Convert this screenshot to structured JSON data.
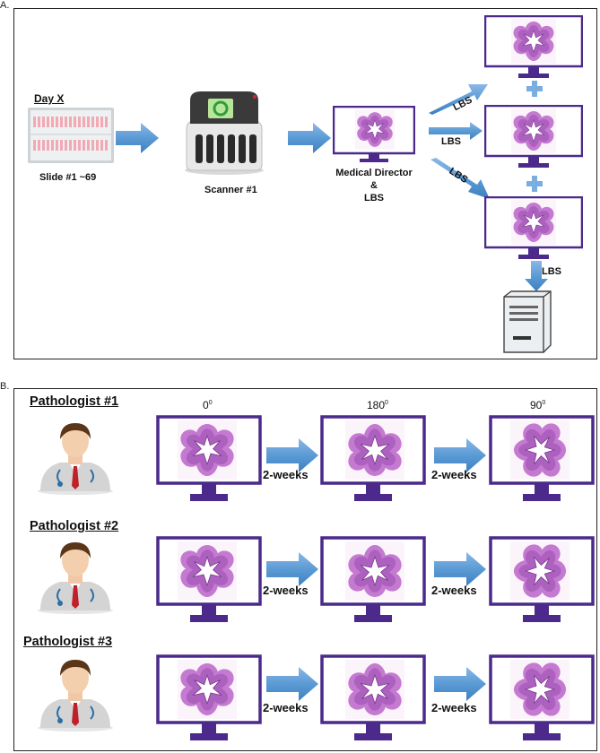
{
  "panel_a": {
    "letter": "A.",
    "day_label": "Day X",
    "slide_label": "Slide #1 ~69",
    "scanner_label": "Scanner #1",
    "center_label_line1": "Medical Director",
    "center_label_line2": "&",
    "center_label_line3": "LBS",
    "arrow_labels": [
      "LBS",
      "LBS",
      "LBS",
      "LBS"
    ],
    "plus": "+"
  },
  "panel_b": {
    "letter": "B.",
    "rotations": [
      {
        "value": "0",
        "unit": "0"
      },
      {
        "value": "180",
        "unit": "0"
      },
      {
        "value": "90",
        "unit": "0"
      }
    ],
    "pathologists": [
      {
        "name": "Pathologist #1",
        "interval_1": "2-weeks",
        "interval_2": "2-weeks"
      },
      {
        "name": "Pathologist #2",
        "interval_1": "2-weeks",
        "interval_2": "2-weeks"
      },
      {
        "name": "Pathologist #3",
        "interval_1": "2-weeks",
        "interval_2": "2-weeks"
      }
    ]
  },
  "colors": {
    "monitor_frame": "#4b2a8c",
    "arrow_fill": "#5b9bd5",
    "tissue": "#b05cc0"
  }
}
